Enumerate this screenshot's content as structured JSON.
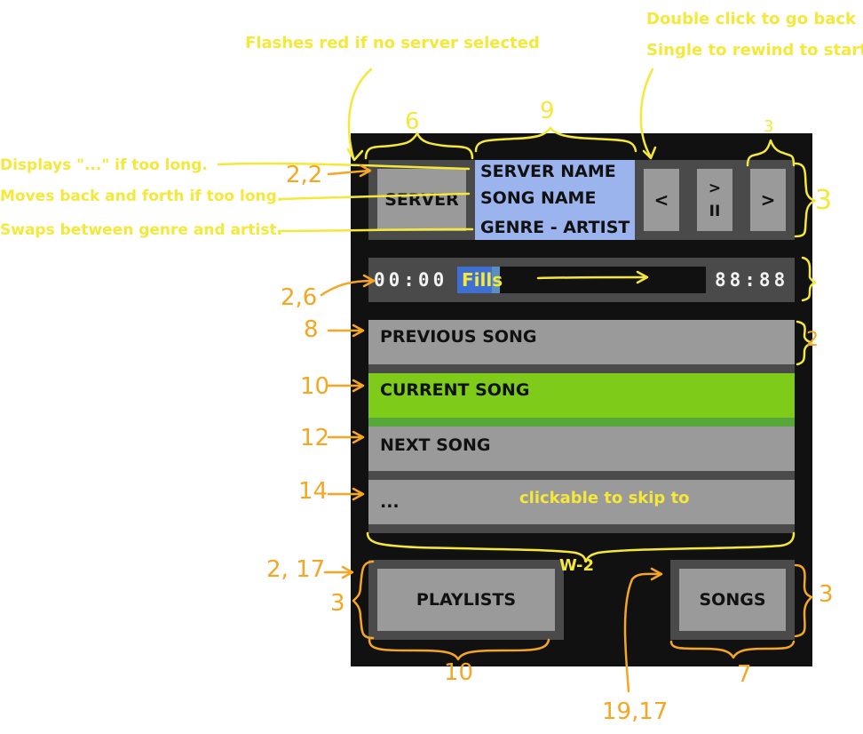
{
  "header": {
    "server_button": "SERVER",
    "info_line_1": "SERVER NAME",
    "info_line_2": "SONG NAME",
    "info_line_3": "GENRE - ARTIST",
    "prev_glyph": "<",
    "play_glyph_top": ">",
    "play_glyph_bottom": "II",
    "next_glyph": ">"
  },
  "progress": {
    "time_elapsed": "00:00",
    "time_total": "88:88",
    "fill_fraction": 0.17,
    "fill_label": "Fills"
  },
  "queue": {
    "previous": "PREVIOUS SONG",
    "current": "CURRENT SONG",
    "next": "NEXT SONG",
    "more": "..."
  },
  "footer": {
    "playlists_button": "PLAYLISTS",
    "songs_button": "SONGS"
  },
  "annotations": {
    "flashes": "Flashes red if no server selected",
    "double_click": "Double click to go back",
    "single_click": "Single to rewind to start.",
    "displays_dots": "Displays \"...\" if too long.",
    "moves_back": "Moves back and forth if too long.",
    "swaps": "Swaps between genre and artist.",
    "clickable": "clickable to skip to",
    "label_6": "6",
    "label_9": "9",
    "label_3_top": "3",
    "label_3_right": "3",
    "label_22": "2,2",
    "label_26": "2,6",
    "label_8": "8",
    "label_2_right": "2",
    "label_10_row": "10",
    "label_12": "12",
    "label_14": "14",
    "label_w2": "W-2",
    "label_217": "2, 17",
    "label_3_left": "3",
    "label_3_songs": "3",
    "label_10_bottom": "10",
    "label_1917": "19,17",
    "label_7": "7"
  },
  "colors": {
    "screen_bg": "#111111",
    "panel": "#4a4a4a",
    "button": "#9a9a9a",
    "info_bg": "#9bb4ee",
    "progress_fill": "#3f6fd0",
    "progress_cap": "#5a8fbf",
    "current_row": "#7ecb1a",
    "current_row_border": "#56a838",
    "annotation_yellow": "#f5e83a",
    "annotation_orange": "#f5a623"
  }
}
